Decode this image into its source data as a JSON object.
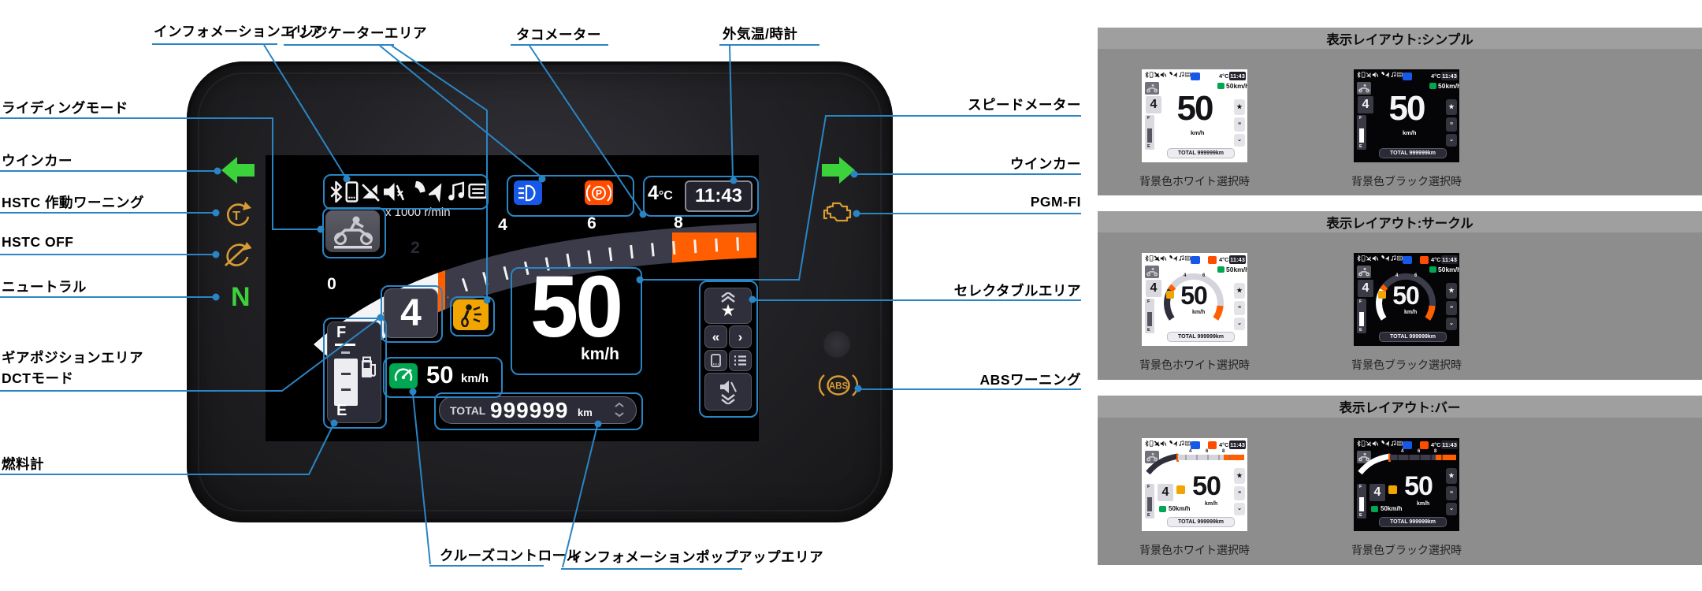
{
  "colors": {
    "callout": "#2a85c4",
    "winker_green": "#3bd23b",
    "warn_amber": "#d89b33",
    "headlight_blue": "#1758e8",
    "park_orange": "#ff4d00",
    "cruise_green": "#00a651",
    "band_orange": "#ff5f00"
  },
  "labels": {
    "top": [
      {
        "id": "information-area",
        "text": "インフォメーションエリア"
      },
      {
        "id": "indicator-area",
        "text": "インジケーターエリア"
      },
      {
        "id": "tachometer",
        "text": "タコメーター"
      },
      {
        "id": "outside-temp-clock",
        "text": "外気温/時計"
      }
    ],
    "left": [
      {
        "id": "riding-mode",
        "text": "ライディングモード"
      },
      {
        "id": "winker-left",
        "text": "ウインカー"
      },
      {
        "id": "hstc-warning",
        "text": "HSTC 作動ワーニング"
      },
      {
        "id": "hstc-off",
        "text": "HSTC OFF"
      },
      {
        "id": "neutral",
        "text": "ニュートラル"
      },
      {
        "id": "gear-position-area",
        "text": "ギアポジションエリア"
      },
      {
        "id": "dct-mode",
        "text": "DCTモード"
      },
      {
        "id": "fuel-meter",
        "text": "燃料計"
      }
    ],
    "right": [
      {
        "id": "speedometer",
        "text": "スピードメーター"
      },
      {
        "id": "winker-right",
        "text": "ウインカー"
      },
      {
        "id": "pgm-fi",
        "text": "PGM-FI"
      },
      {
        "id": "selectable-area",
        "text": "セレクタブルエリア"
      },
      {
        "id": "abs-warning",
        "text": "ABSワーニング"
      }
    ],
    "bottom": [
      {
        "id": "cruise-control",
        "text": "クルーズコントロール"
      },
      {
        "id": "information-popup-area",
        "text": "インフォメーションポップアップエリア"
      }
    ]
  },
  "display": {
    "status_icons": [
      "bluetooth-icon",
      "phone-battery-icon",
      "no-signal-icon",
      "mute-speaker-icon",
      "call-icon",
      "navigation-icon",
      "music-icon",
      "message-icon"
    ],
    "rpm_unit": "x 1000 r/min",
    "tach_ticks": [
      "0",
      "2",
      "4",
      "6",
      "8"
    ],
    "outside_temp": "4",
    "temp_unit": "°C",
    "clock": "11:43",
    "speed": "50",
    "speed_unit": "km/h",
    "gear": "4",
    "cruise_speed": "50",
    "cruise_unit": "km/h",
    "odo_label": "TOTAL",
    "odo_value": "999999",
    "odo_unit": "km",
    "fuel_full": "F",
    "fuel_empty": "E",
    "neutral_indicator": "N",
    "park_indicator": "P",
    "abs_indicator": "ABS",
    "hstc_indicator": "T",
    "selectable_icons": [
      "chevron-up-icon",
      "favorite-star-icon",
      "rewind-icon",
      "forward-icon",
      "phone-screen-icon",
      "list-menu-icon",
      "mute-speaker-icon",
      "chevron-down-icon"
    ]
  },
  "panels": [
    {
      "title": "表示レイアウト:シンプル",
      "layout": "simple",
      "variants": [
        {
          "theme": "white",
          "caption": "背景色ホワイト選択時"
        },
        {
          "theme": "black",
          "caption": "背景色ブラック選択時"
        }
      ]
    },
    {
      "title": "表示レイアウト:サークル",
      "layout": "circle",
      "variants": [
        {
          "theme": "white",
          "caption": "背景色ホワイト選択時"
        },
        {
          "theme": "black",
          "caption": "背景色ブラック選択時"
        }
      ]
    },
    {
      "title": "表示レイアウト:バー",
      "layout": "bar",
      "variants": [
        {
          "theme": "white",
          "caption": "背景色ホワイト選択時"
        },
        {
          "theme": "black",
          "caption": "背景色ブラック選択時"
        }
      ]
    }
  ]
}
